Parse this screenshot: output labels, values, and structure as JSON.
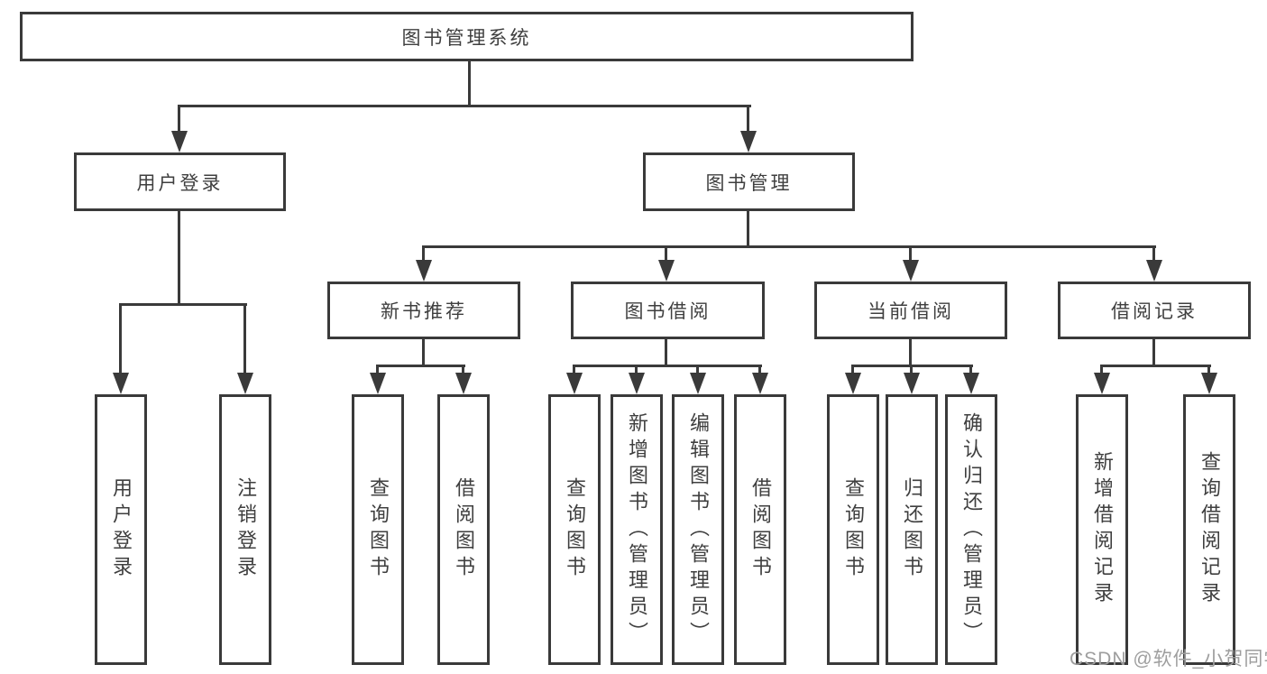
{
  "colors": {
    "line": "#3a3a3a",
    "text": "#3f3f3f",
    "box_background": "#ffffff",
    "watermark": "#9e9e9e"
  },
  "watermark": "CSDN @软件_小贺同学",
  "tree": {
    "root": "图书管理系统",
    "branches": [
      {
        "label": "用户登录",
        "children": [
          {
            "label": "用户登录"
          },
          {
            "label": "注销登录"
          }
        ]
      },
      {
        "label": "图书管理",
        "groups": [
          {
            "label": "新书推荐",
            "children": [
              {
                "label": "查询图书"
              },
              {
                "label": "借阅图书"
              }
            ]
          },
          {
            "label": "图书借阅",
            "children": [
              {
                "label": "查询图书"
              },
              {
                "label": "新增图书（管理员）"
              },
              {
                "label": "编辑图书（管理员）"
              },
              {
                "label": "借阅图书"
              }
            ]
          },
          {
            "label": "当前借阅",
            "children": [
              {
                "label": "查询图书"
              },
              {
                "label": "归还图书"
              },
              {
                "label": "确认归还（管理员）"
              }
            ]
          },
          {
            "label": "借阅记录",
            "children": [
              {
                "label": "新增借阅记录"
              },
              {
                "label": "查询借阅记录"
              }
            ]
          }
        ]
      }
    ]
  }
}
